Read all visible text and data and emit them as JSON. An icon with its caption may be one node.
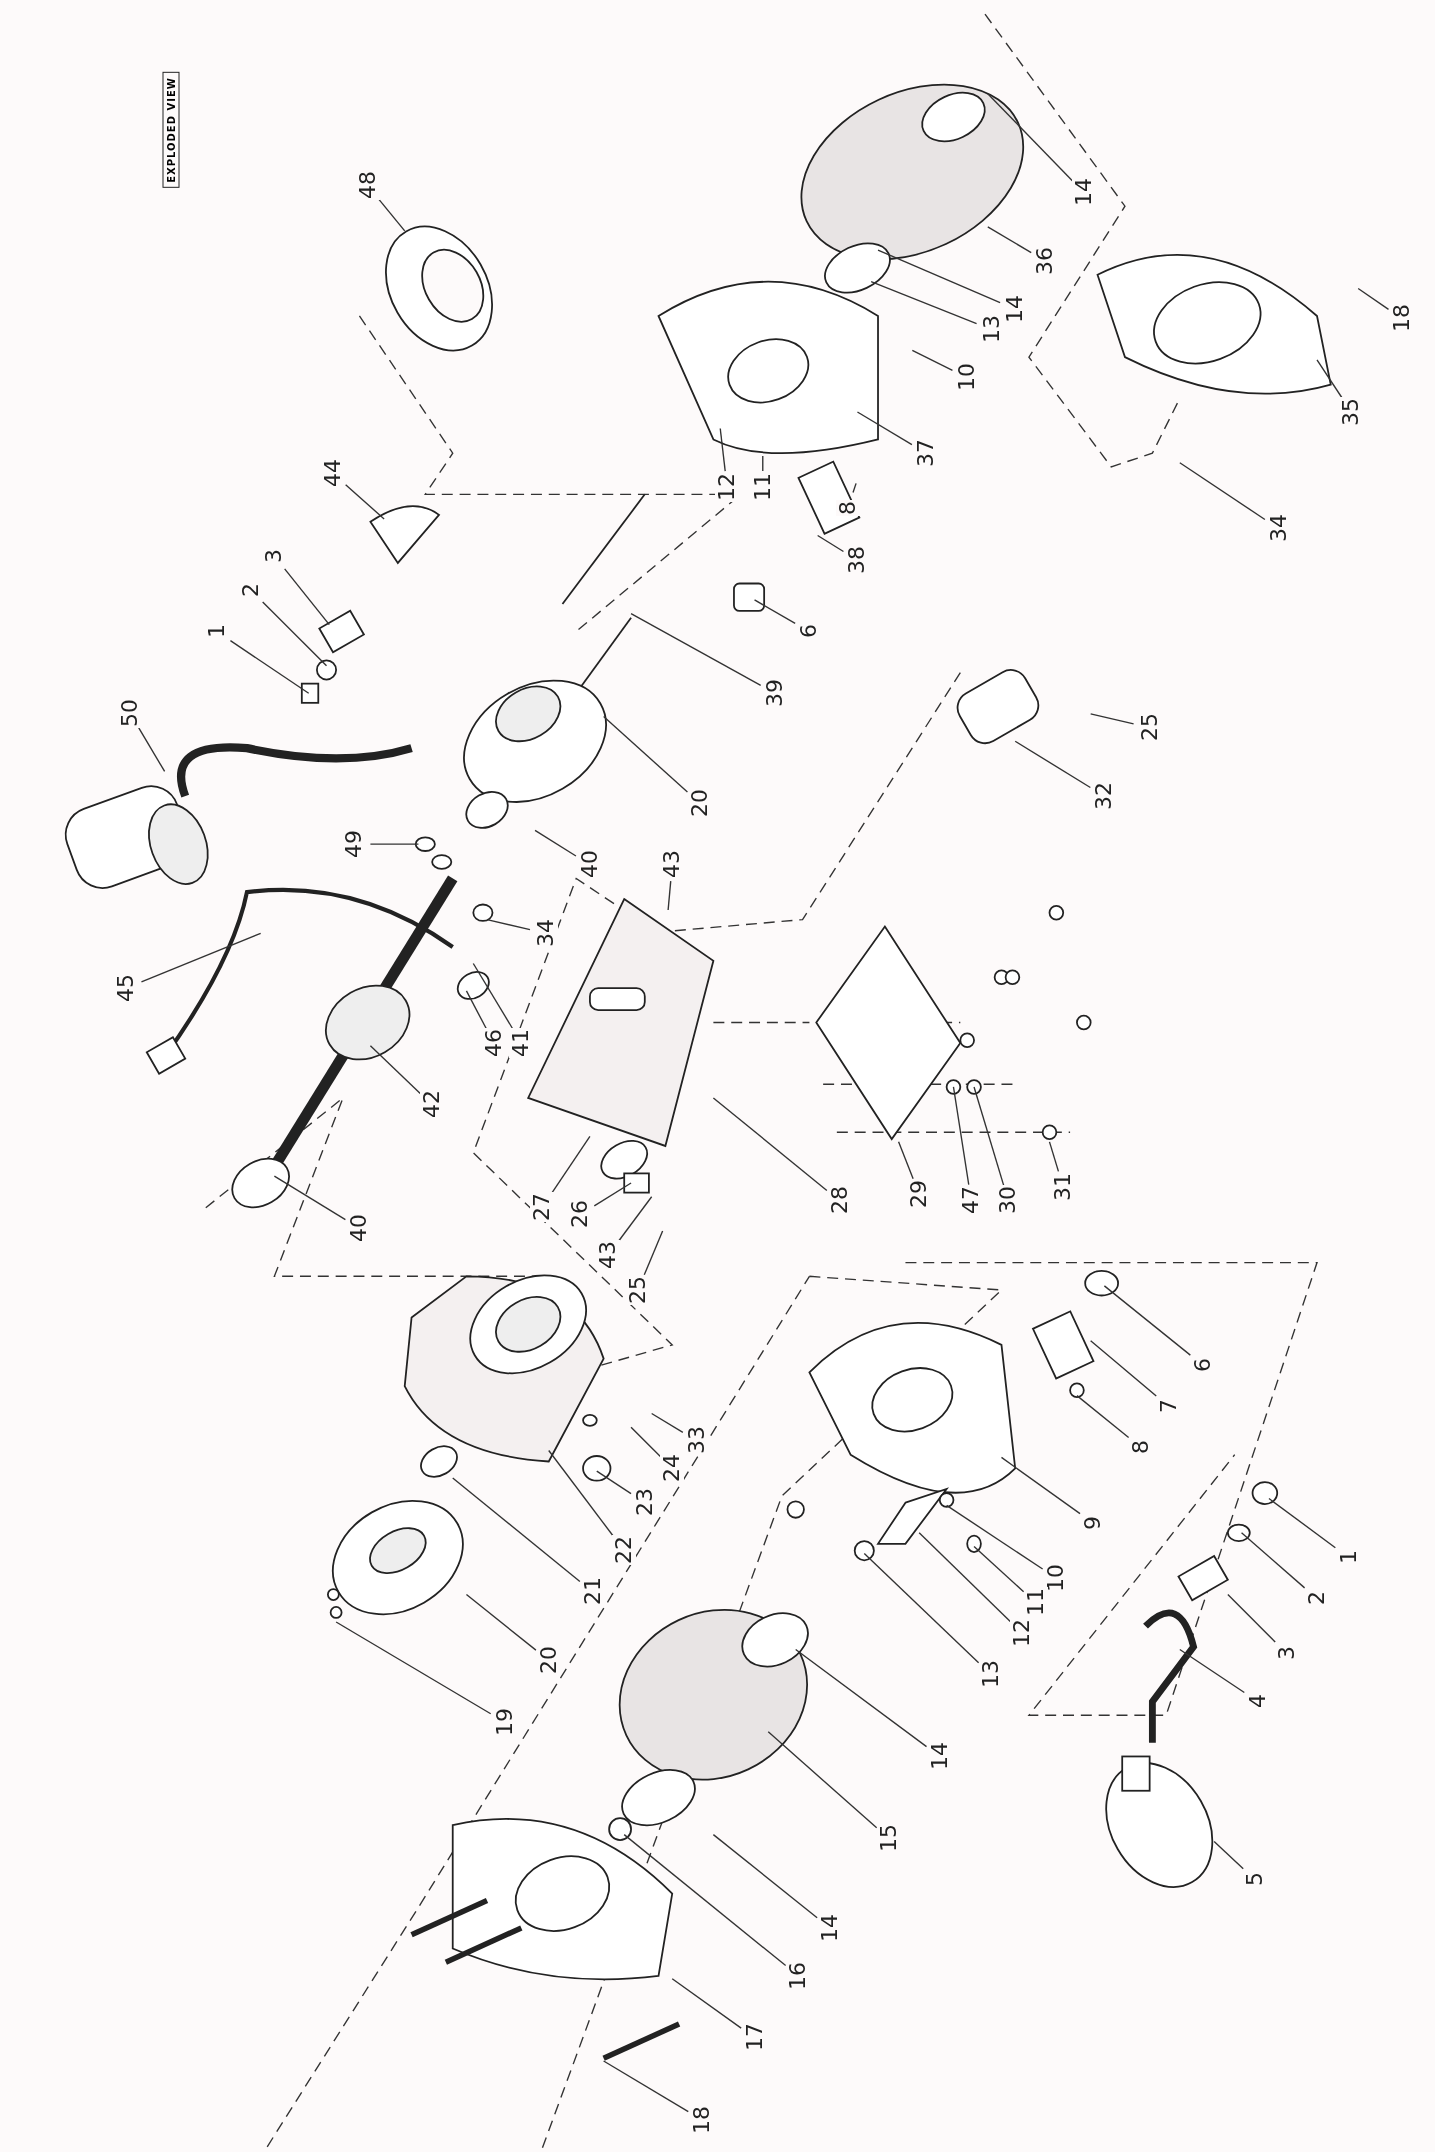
{
  "diagram": {
    "nodes": [
      {
        "text": [
          "48"
        ]
      },
      {
        "text": [
          "14"
        ]
      },
      {
        "text": [
          "36"
        ]
      },
      {
        "text": [
          "14"
        ]
      },
      {
        "text": [
          "13"
        ]
      },
      {
        "text": [
          "18"
        ]
      },
      {
        "text": [
          "10"
        ]
      },
      {
        "text": [
          "35"
        ]
      },
      {
        "text": [
          "44"
        ]
      },
      {
        "text": [
          "37"
        ]
      },
      {
        "text": [
          "12"
        ]
      },
      {
        "text": [
          "11"
        ]
      },
      {
        "text": [
          "8"
        ]
      },
      {
        "text": [
          "34"
        ]
      },
      {
        "text": [
          "3"
        ]
      },
      {
        "text": [
          "38"
        ]
      },
      {
        "text": [
          "2"
        ]
      },
      {
        "text": [
          "1"
        ]
      },
      {
        "text": [
          "6"
        ]
      },
      {
        "text": [
          "39"
        ]
      },
      {
        "text": [
          "50"
        ]
      },
      {
        "text": [
          "25"
        ]
      },
      {
        "text": [
          "32"
        ]
      },
      {
        "text": [
          "20"
        ]
      },
      {
        "text": [
          "49"
        ]
      },
      {
        "text": [
          "40"
        ]
      },
      {
        "text": [
          "43"
        ]
      },
      {
        "text": [
          "34"
        ]
      },
      {
        "text": [
          "45"
        ]
      },
      {
        "text": [
          "46"
        ]
      },
      {
        "text": [
          "41"
        ]
      },
      {
        "text": [
          "42"
        ]
      },
      {
        "text": [
          "28"
        ]
      },
      {
        "text": [
          "27"
        ]
      },
      {
        "text": [
          "29"
        ]
      },
      {
        "text": [
          "47"
        ]
      },
      {
        "text": [
          "30"
        ]
      },
      {
        "text": [
          "31"
        ]
      },
      {
        "text": [
          "26"
        ]
      },
      {
        "text": [
          "40"
        ]
      },
      {
        "text": [
          "43"
        ]
      },
      {
        "text": [
          "25"
        ]
      },
      {
        "text": [
          "6"
        ]
      },
      {
        "text": [
          "33"
        ]
      },
      {
        "text": [
          "24"
        ]
      },
      {
        "text": [
          "7"
        ]
      },
      {
        "text": [
          "23"
        ]
      },
      {
        "text": [
          "8"
        ]
      },
      {
        "text": [
          "22"
        ]
      },
      {
        "text": [
          "21"
        ]
      },
      {
        "text": [
          "9"
        ]
      },
      {
        "text": [
          "1"
        ]
      },
      {
        "text": [
          "10"
        ]
      },
      {
        "text": [
          "11"
        ]
      },
      {
        "text": [
          "2"
        ]
      },
      {
        "text": [
          "20"
        ]
      },
      {
        "text": [
          "12"
        ]
      },
      {
        "text": [
          "3"
        ]
      },
      {
        "text": [
          "13"
        ]
      },
      {
        "text": [
          "19"
        ]
      },
      {
        "text": [
          "4"
        ]
      },
      {
        "text": [
          "14"
        ]
      },
      {
        "text": [
          "15"
        ]
      },
      {
        "text": [
          "5"
        ]
      },
      {
        "text": [
          "14"
        ]
      },
      {
        "text": [
          "16"
        ]
      },
      {
        "text": [
          "17"
        ]
      },
      {
        "text": [
          "18"
        ]
      }
    ],
    "edges": [
      {
        "from": 0,
        "to": null,
        "arrow": "none"
      },
      {
        "from": 1,
        "to": null,
        "arrow": "none"
      },
      {
        "from": 2,
        "to": null,
        "arrow": "none"
      },
      {
        "from": 3,
        "to": null,
        "arrow": "none"
      },
      {
        "from": 4,
        "to": null,
        "arrow": "none"
      },
      {
        "from": 5,
        "to": null,
        "arrow": "none"
      },
      {
        "from": 6,
        "to": null,
        "arrow": "none"
      },
      {
        "from": 7,
        "to": null,
        "arrow": "none"
      },
      {
        "from": 8,
        "to": null,
        "arrow": "none"
      },
      {
        "from": 9,
        "to": null,
        "arrow": "none"
      },
      {
        "from": 10,
        "to": null,
        "arrow": "none"
      },
      {
        "from": 11,
        "to": null,
        "arrow": "none"
      },
      {
        "from": 12,
        "to": null,
        "arrow": "none"
      },
      {
        "from": 13,
        "to": null,
        "arrow": "none"
      },
      {
        "from": 14,
        "to": null,
        "arrow": "none"
      },
      {
        "from": 15,
        "to": null,
        "arrow": "none"
      },
      {
        "from": 16,
        "to": null,
        "arrow": "none"
      },
      {
        "from": 17,
        "to": null,
        "arrow": "none"
      },
      {
        "from": 18,
        "to": null,
        "arrow": "none"
      },
      {
        "from": 19,
        "to": null,
        "arrow": "none"
      },
      {
        "from": 20,
        "to": null,
        "arrow": "none"
      },
      {
        "from": 21,
        "to": null,
        "arrow": "none"
      },
      {
        "from": 22,
        "to": null,
        "arrow": "none"
      },
      {
        "from": 23,
        "to": null,
        "arrow": "none"
      },
      {
        "from": 24,
        "to": null,
        "arrow": "none"
      },
      {
        "from": 25,
        "to": null,
        "arrow": "none"
      },
      {
        "from": 26,
        "to": null,
        "arrow": "none"
      },
      {
        "from": 27,
        "to": null,
        "arrow": "none"
      },
      {
        "from": 28,
        "to": null,
        "arrow": "none"
      },
      {
        "from": 29,
        "to": null,
        "arrow": "none"
      },
      {
        "from": 30,
        "to": null,
        "arrow": "none"
      },
      {
        "from": 31,
        "to": null,
        "arrow": "none"
      },
      {
        "from": 32,
        "to": null,
        "arrow": "none"
      },
      {
        "from": 33,
        "to": null,
        "arrow": "none"
      },
      {
        "from": 34,
        "to": null,
        "arrow": "none"
      },
      {
        "from": 35,
        "to": null,
        "arrow": "none"
      },
      {
        "from": 36,
        "to": null,
        "arrow": "none"
      },
      {
        "from": 37,
        "to": null,
        "arrow": "none"
      },
      {
        "from": 38,
        "to": null,
        "arrow": "none"
      },
      {
        "from": 39,
        "to": null,
        "arrow": "none"
      },
      {
        "from": 40,
        "to": null,
        "arrow": "none"
      },
      {
        "from": 41,
        "to": null,
        "arrow": "none"
      },
      {
        "from": 42,
        "to": null,
        "arrow": "none"
      },
      {
        "from": 43,
        "to": null,
        "arrow": "none"
      },
      {
        "from": 44,
        "to": null,
        "arrow": "none"
      },
      {
        "from": 45,
        "to": null,
        "arrow": "none"
      },
      {
        "from": 46,
        "to": null,
        "arrow": "none"
      },
      {
        "from": 47,
        "to": null,
        "arrow": "none"
      },
      {
        "from": 48,
        "to": null,
        "arrow": "none"
      },
      {
        "from": 49,
        "to": null,
        "arrow": "none"
      },
      {
        "from": 50,
        "to": null,
        "arrow": "none"
      },
      {
        "from": 51,
        "to": null,
        "arrow": "none"
      },
      {
        "from": 52,
        "to": null,
        "arrow": "none"
      },
      {
        "from": 53,
        "to": null,
        "arrow": "none"
      },
      {
        "from": 54,
        "to": null,
        "arrow": "none"
      },
      {
        "from": 55,
        "to": null,
        "arrow": "none"
      },
      {
        "from": 56,
        "to": null,
        "arrow": "none"
      },
      {
        "from": 57,
        "to": null,
        "arrow": "none"
      },
      {
        "from": 58,
        "to": null,
        "arrow": "none"
      },
      {
        "from": 59,
        "to": null,
        "arrow": "none"
      },
      {
        "from": 60,
        "to": null,
        "arrow": "none"
      },
      {
        "from": 61,
        "to": null,
        "arrow": "none"
      },
      {
        "from": 62,
        "to": null,
        "arrow": "none"
      },
      {
        "from": 63,
        "to": null,
        "arrow": "none"
      },
      {
        "from": 64,
        "to": null,
        "arrow": "none"
      },
      {
        "from": 65,
        "to": null,
        "arrow": "none"
      },
      {
        "from": 66,
        "to": null,
        "arrow": "none"
      },
      {
        "from": 67,
        "to": null,
        "arrow": "none"
      }
    ],
    "labels": [
      "EXPLODED VIEW"
    ]
  }
}
